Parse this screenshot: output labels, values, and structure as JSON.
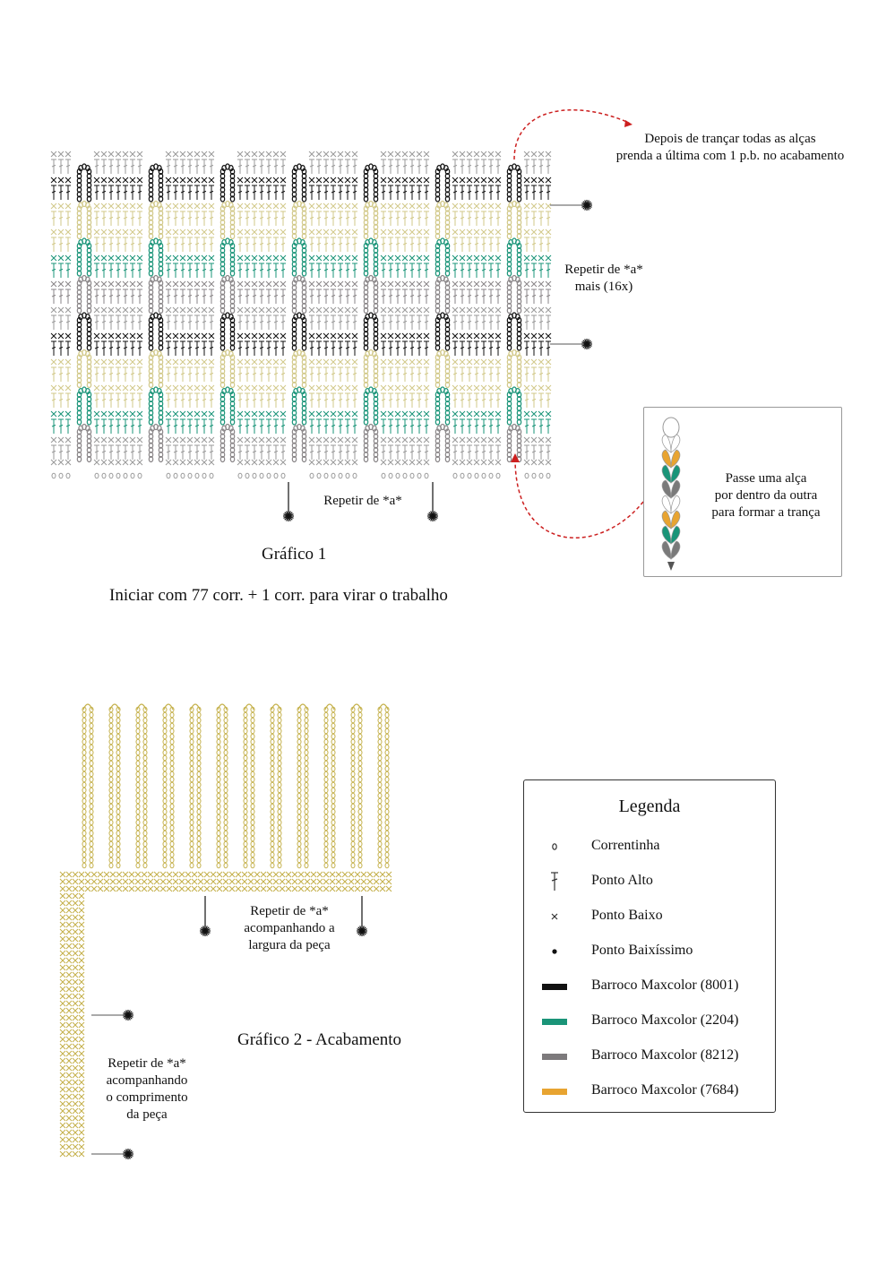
{
  "chart1": {
    "note_top_line1": "Depois de trançar todas as alças",
    "note_top_line2": "prenda a última com 1 p.b. no acabamento",
    "repeat_right_line1": "Repetir de *a*",
    "repeat_right_line2": "mais (16x)",
    "repeat_bottom": "Repetir de *a*",
    "title": "Gráfico 1",
    "start_note": "Iniciar com 77 corr. + 1 corr. para virar o trabalho"
  },
  "inset": {
    "line1": "Passe uma alça",
    "line2": "por dentro da outra",
    "line3": "para formar a trança"
  },
  "chart2": {
    "repeat_width_line1": "Repetir de *a*",
    "repeat_width_line2": "acompanhando a",
    "repeat_width_line3": "largura da peça",
    "title": "Gráfico 2 - Acabamento",
    "repeat_length_line1": "Repetir de *a*",
    "repeat_length_line2": "acompanhando",
    "repeat_length_line3": "o comprimento",
    "repeat_length_line4": "da peça"
  },
  "legend": {
    "title": "Legenda",
    "items": [
      {
        "label": "Correntinha",
        "symbol": "chain-oval-icon"
      },
      {
        "label": "Ponto Alto",
        "symbol": "double-crochet-icon"
      },
      {
        "label": "Ponto Baixo",
        "symbol": "single-crochet-x-icon"
      },
      {
        "label": "Ponto Baixíssimo",
        "symbol": "slip-stitch-dot-icon"
      },
      {
        "label": "Barroco Maxcolor (8001)",
        "color": "#111111"
      },
      {
        "label": "Barroco Maxcolor (2204)",
        "color": "#1a9478"
      },
      {
        "label": "Barroco Maxcolor (8212)",
        "color": "#7d7a7c"
      },
      {
        "label": "Barroco Maxcolor (7684)",
        "color": "#e8a431"
      }
    ]
  },
  "colors": {
    "black": "#111111",
    "teal": "#1a9478",
    "grey": "#8a8688",
    "yellow": "#d2c98a",
    "light_grey": "#9a9a9a",
    "olive": "#c4b04a",
    "red_arrow": "#cc1f1f"
  }
}
